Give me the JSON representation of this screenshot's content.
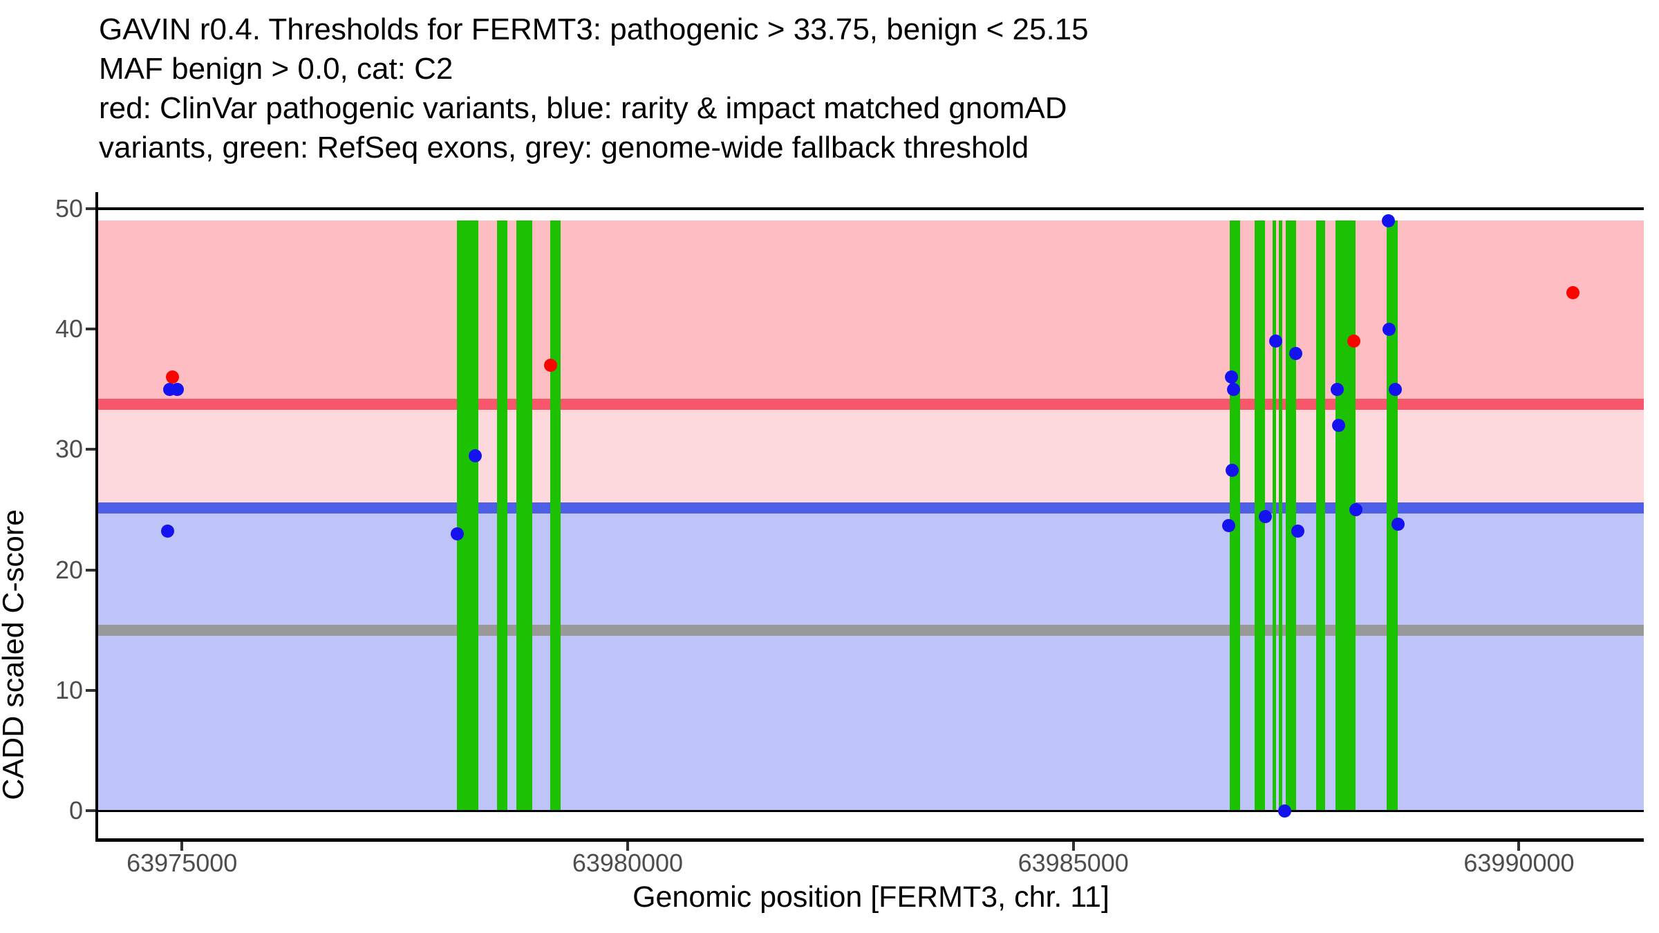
{
  "chart_data": {
    "type": "scatter",
    "title_lines": [
      "GAVIN r0.4. Thresholds for FERMT3: pathogenic > 33.75, benign < 25.15",
      "MAF benign > 0.0, cat: C2",
      "red: ClinVar pathogenic variants, blue: rarity & impact matched gnomAD",
      "variants, green: RefSeq exons, grey: genome-wide fallback threshold"
    ],
    "xlabel": "Genomic position [FERMT3, chr. 11]",
    "ylabel": "CADD scaled C-score",
    "xlim": [
      63974060,
      63991400
    ],
    "ylim": [
      0,
      50
    ],
    "x_ticks": [
      63975000,
      63980000,
      63985000,
      63990000
    ],
    "y_ticks": [
      0,
      10,
      20,
      30,
      40,
      50
    ],
    "grid": false,
    "legend": "described in title text, colors only",
    "thresholds": {
      "pathogenic": 33.75,
      "benign": 25.15,
      "genome_wide_fallback": 15
    },
    "bands": [
      {
        "name": "pathogenic-zone",
        "y1": 33.75,
        "y2": 49,
        "color": "#febdc3"
      },
      {
        "name": "intermediate-zone",
        "y1": 25.15,
        "y2": 33.75,
        "color": "#fdd9de"
      },
      {
        "name": "benign-zone",
        "y1": 0,
        "y2": 25.15,
        "color": "#bec4f7"
      }
    ],
    "threshold_lines": [
      {
        "name": "genome-wide-fallback-threshold-line",
        "value": 15,
        "color": "#999999",
        "thickness": 16
      },
      {
        "name": "pathogenic-threshold-line",
        "value": 33.75,
        "color": "#f8566b",
        "thickness": 16
      },
      {
        "name": "benign-threshold-line",
        "value": 25.15,
        "color": "#4c5fe6",
        "thickness": 16
      }
    ],
    "frame_lines": [
      {
        "value": 50,
        "thickness": 4,
        "color": "#000000"
      },
      {
        "value": 0,
        "thickness": 3,
        "color": "#000000"
      }
    ],
    "exons": [
      [
        63978085,
        63978326
      ],
      [
        63978535,
        63978651
      ],
      [
        63978752,
        63978930
      ],
      [
        63979132,
        63979248
      ],
      [
        63986752,
        63986868
      ],
      [
        63987031,
        63987147
      ],
      [
        63987233,
        63987272
      ],
      [
        63987302,
        63987341
      ],
      [
        63987380,
        63987496
      ],
      [
        63987721,
        63987822
      ],
      [
        63987938,
        63988163
      ],
      [
        63988519,
        63988643
      ]
    ],
    "exon_color": "#1cc202",
    "exon_band_top": 49,
    "series": [
      {
        "name": "rarity & impact matched gnomAD variants",
        "color": "#1512f0",
        "points": [
          {
            "pos": 63974837,
            "score": 23.2
          },
          {
            "pos": 63974861,
            "score": 35
          },
          {
            "pos": 63974946,
            "score": 35
          },
          {
            "pos": 63978085,
            "score": 23
          },
          {
            "pos": 63978287,
            "score": 29.5
          },
          {
            "pos": 63986745,
            "score": 23.7
          },
          {
            "pos": 63986775,
            "score": 36
          },
          {
            "pos": 63986783,
            "score": 28.3
          },
          {
            "pos": 63986798,
            "score": 35
          },
          {
            "pos": 63987155,
            "score": 24.4
          },
          {
            "pos": 63987272,
            "score": 39
          },
          {
            "pos": 63987372,
            "score": 0
          },
          {
            "pos": 63987497,
            "score": 38
          },
          {
            "pos": 63987519,
            "score": 23.2
          },
          {
            "pos": 63987961,
            "score": 35
          },
          {
            "pos": 63987977,
            "score": 32
          },
          {
            "pos": 63988171,
            "score": 25
          },
          {
            "pos": 63988535,
            "score": 49
          },
          {
            "pos": 63988543,
            "score": 40
          },
          {
            "pos": 63988612,
            "score": 35
          },
          {
            "pos": 63988643,
            "score": 23.8
          }
        ]
      },
      {
        "name": "ClinVar pathogenic variants",
        "color": "#f90500",
        "points": [
          {
            "pos": 63974891,
            "score": 36
          },
          {
            "pos": 63979132,
            "score": 37
          },
          {
            "pos": 63988147,
            "score": 39
          },
          {
            "pos": 63990605,
            "score": 43
          }
        ]
      }
    ],
    "colors": {
      "axis_text": "#4d4d4d",
      "axis_line": "#000000",
      "tick_mark": "#333333",
      "background": "#ffffff"
    }
  }
}
